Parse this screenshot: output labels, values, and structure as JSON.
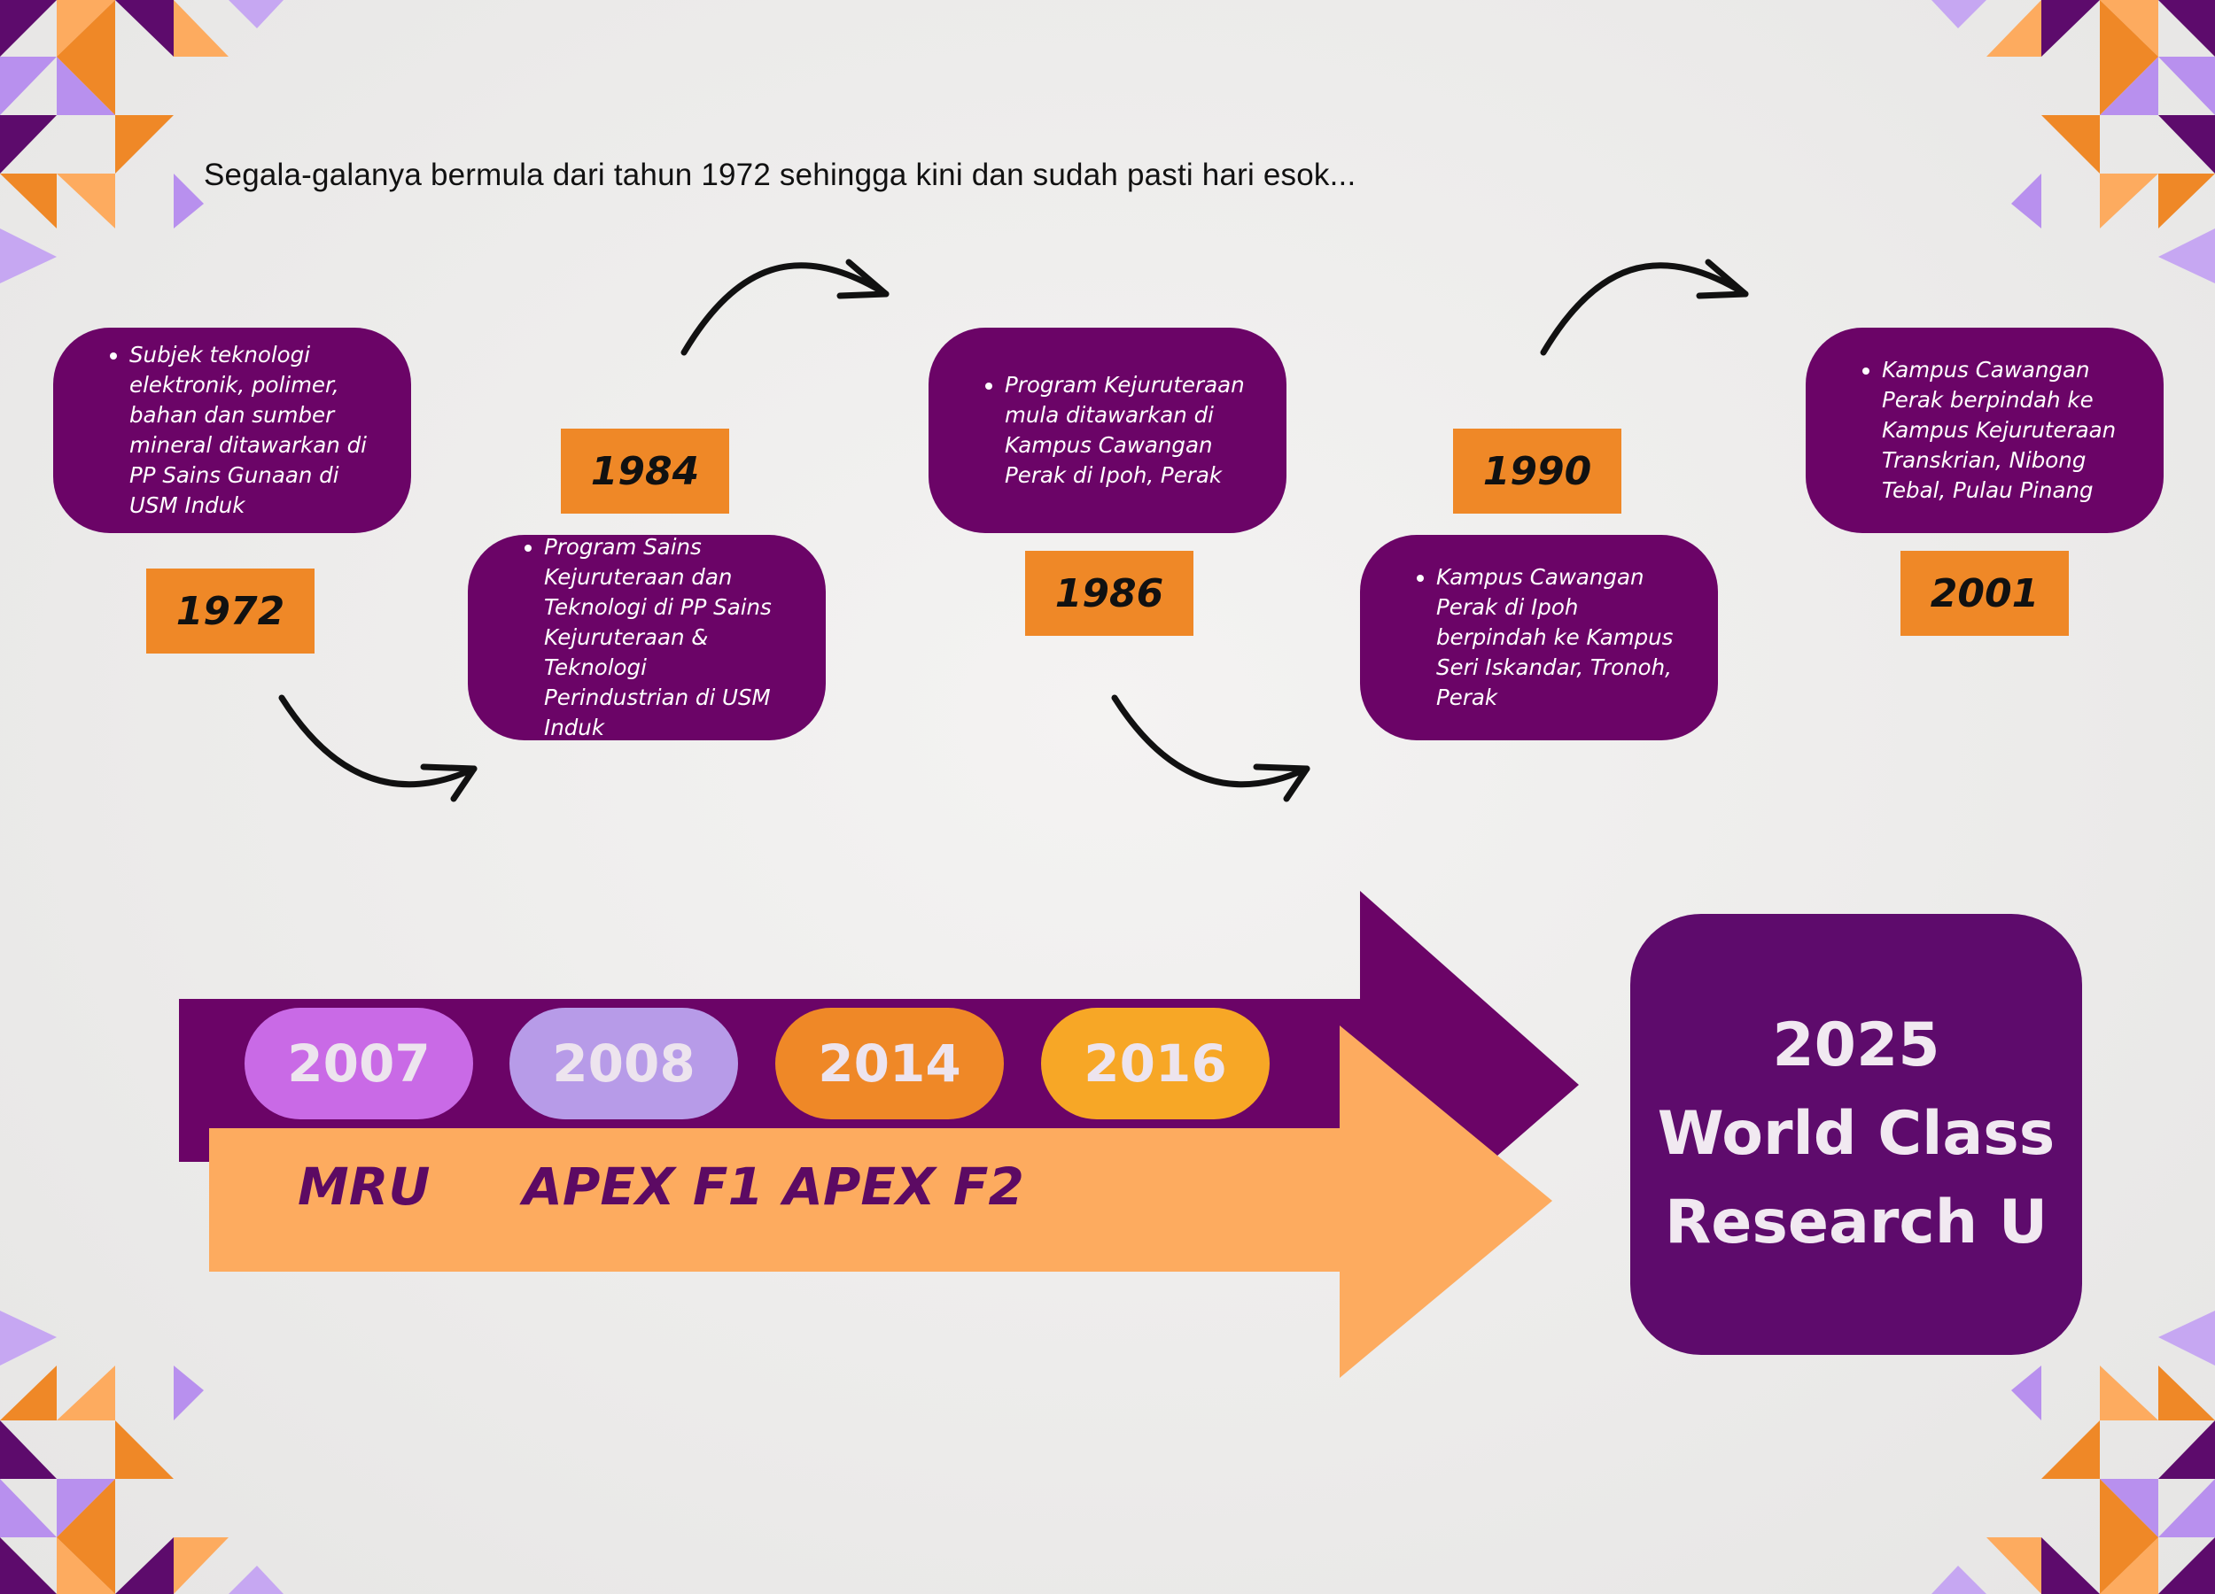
{
  "intro": "Segala-galanya bermula dari tahun 1972 sehingga kini dan sudah pasti hari esok...",
  "events": [
    {
      "year": "1972",
      "text": "Subjek teknologi elektronik, polimer, bahan dan sumber mineral ditawarkan di PP Sains Gunaan di USM Induk"
    },
    {
      "year": "1984",
      "text": "Program Sains Kejuruteraan dan Teknologi di PP Sains Kejuruteraan & Teknologi Perindustrian di USM Induk"
    },
    {
      "year": "1986",
      "text": "Program Kejuruteraan mula ditawarkan di Kampus Cawangan Perak di Ipoh, Perak"
    },
    {
      "year": "1990",
      "text": "Kampus Cawangan Perak di Ipoh berpindah ke Kampus Seri Iskandar, Tronoh, Perak"
    },
    {
      "year": "2001",
      "text": "Kampus Cawangan Perak berpindah ke Kampus Kejuruteraan Transkrian, Nibong Tebal, Pulau Pinang"
    }
  ],
  "milestones": [
    {
      "year": "2007",
      "label": "MRU",
      "color": "#c96ae6"
    },
    {
      "year": "2008",
      "label": "APEX F1",
      "color": "#b79be8"
    },
    {
      "year": "2014",
      "label": "APEX F2",
      "color": "#ef8827"
    },
    {
      "year": "2016",
      "label": "",
      "color": "#f7a726"
    }
  ],
  "goal": {
    "year": "2025",
    "line1": "World Class",
    "line2": "Research U"
  },
  "colors": {
    "purple": "#6b0467",
    "orange": "#ef8827",
    "peach": "#fdab5f",
    "lavender": "#b890ee"
  }
}
